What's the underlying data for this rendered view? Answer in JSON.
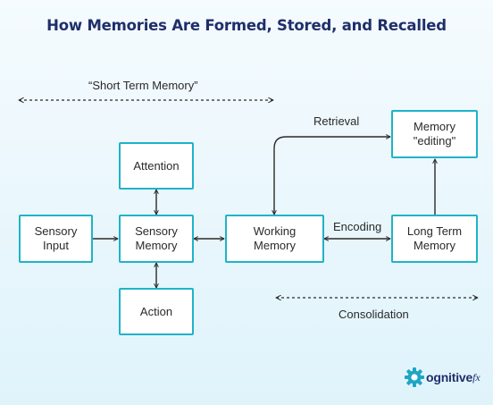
{
  "title": "How Memories Are Formed, Stored, and Recalled",
  "labels": {
    "short_term": "“Short Term Memory”",
    "retrieval": "Retrieval",
    "encoding": "Encoding",
    "consolidation": "Consolidation"
  },
  "nodes": {
    "sensory_input": "Sensory\nInput",
    "attention": "Attention",
    "sensory_memory": "Sensory\nMemory",
    "action": "Action",
    "working_memory": "Working\nMemory",
    "memory_editing": "Memory\n\"editing\"",
    "long_term_memory": "Long Term\nMemory"
  },
  "logo": {
    "text": "ognitive",
    "suffix": "fx"
  },
  "colors": {
    "title": "#1f2f6b",
    "node_border": "#1fb3c9",
    "arrow": "#2a2a2a",
    "logo_gear": "#1fa6c4"
  }
}
